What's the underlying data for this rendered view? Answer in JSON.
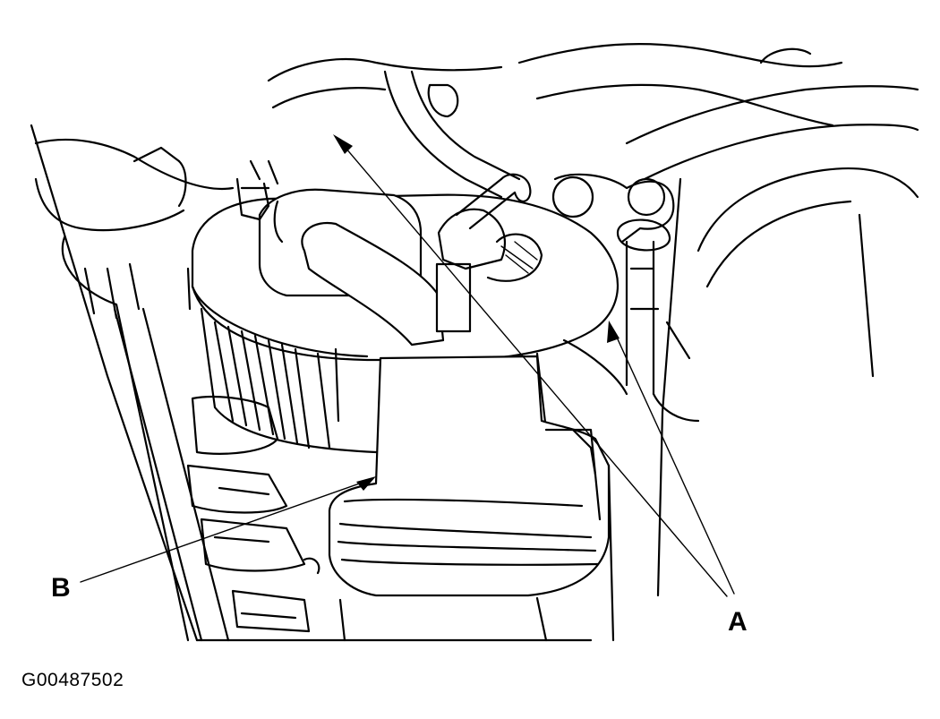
{
  "diagram": {
    "callouts": [
      {
        "id": "callout-b",
        "label": "B"
      },
      {
        "id": "callout-a",
        "label": "A"
      }
    ],
    "figure_code": "G00487502"
  }
}
